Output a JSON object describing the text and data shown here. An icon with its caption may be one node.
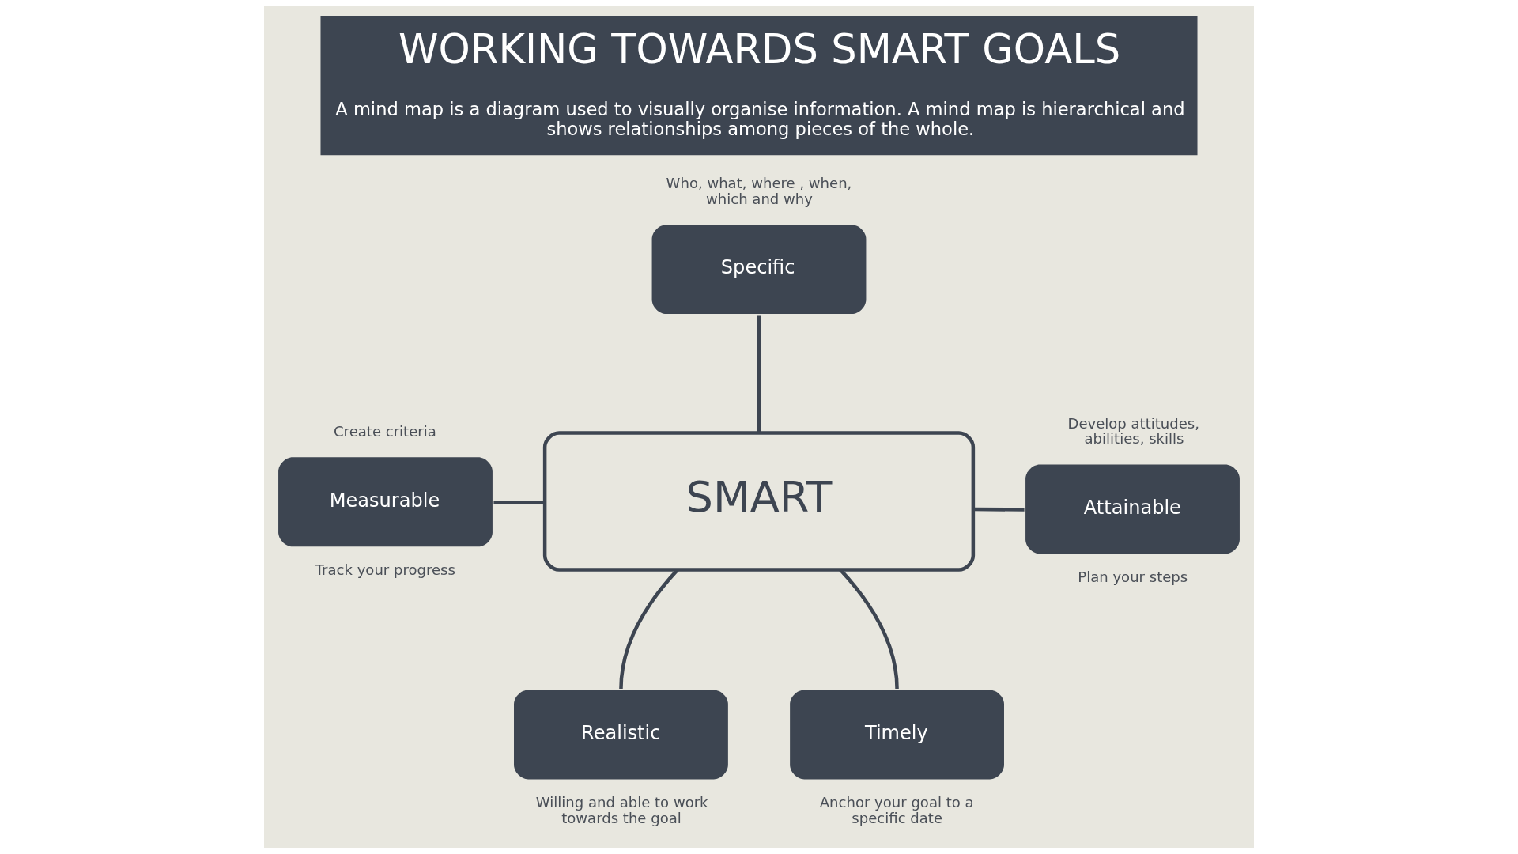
{
  "diagram": {
    "title": "WORKING TOWARDS SMART GOALS",
    "caption": "A mind map is a diagram used to visually organise information. A mind map is hierarchical and shows relationships among pieces of the whole.",
    "nodes": [
      {
        "text": [
          "SMART"
        ]
      },
      {
        "text": [
          "Specific"
        ],
        "beside": [
          "Who, what, where , when, which and why"
        ]
      },
      {
        "text": [
          "Measurable"
        ],
        "beside": [
          "Create criteria",
          "Track your progress"
        ]
      },
      {
        "text": [
          "Attainable"
        ],
        "beside": [
          "Develop attitudes, abilities, skills",
          "Plan your steps"
        ]
      },
      {
        "text": [
          "Realistic"
        ],
        "beside": [
          "Willing and able to work towards the goal"
        ]
      },
      {
        "text": [
          "Timely"
        ],
        "beside": [
          "Anchor your goal to a specific date"
        ]
      }
    ],
    "edges": [
      {
        "from": 0,
        "to": 1,
        "arrow": "none"
      },
      {
        "from": 0,
        "to": 2,
        "arrow": "none"
      },
      {
        "from": 0,
        "to": 3,
        "arrow": "none"
      },
      {
        "from": 0,
        "to": 4,
        "arrow": "none"
      },
      {
        "from": 0,
        "to": 5,
        "arrow": "none"
      }
    ]
  }
}
